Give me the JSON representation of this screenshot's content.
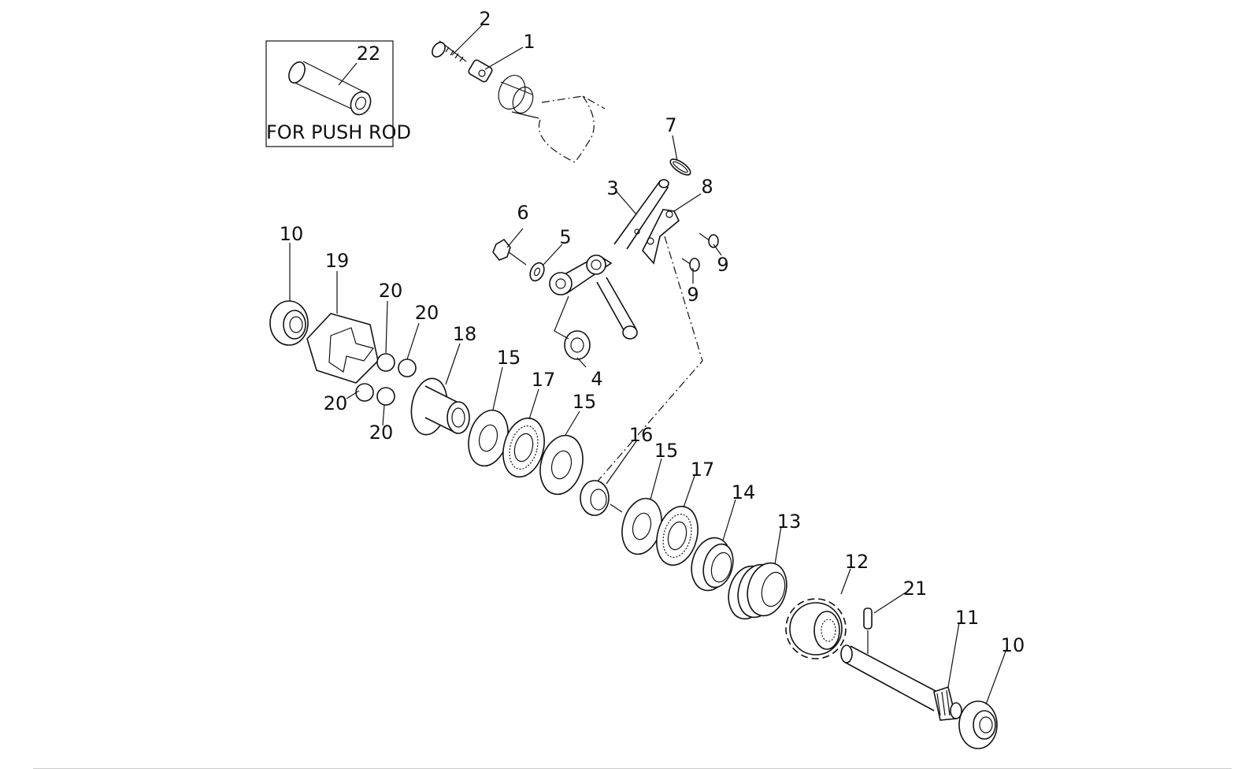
{
  "inset": {
    "caption": "FOR PUSH ROD",
    "part_number": "22"
  },
  "callouts": [
    "1",
    "2",
    "3",
    "4",
    "5",
    "6",
    "7",
    "8",
    "9",
    "9",
    "10",
    "19",
    "20",
    "20",
    "20",
    "20",
    "18",
    "15",
    "17",
    "15",
    "16",
    "15",
    "17",
    "14",
    "13",
    "12",
    "21",
    "11",
    "10"
  ]
}
